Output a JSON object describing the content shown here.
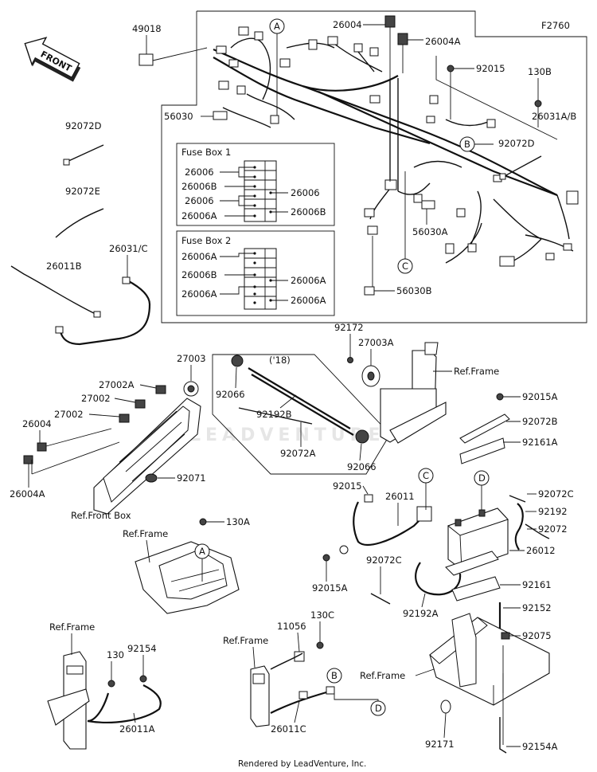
{
  "figure_code": "F2760",
  "front_label": "FRONT",
  "footer": "Rendered by LeadVenture, Inc.",
  "watermark": "LEADVENTURE",
  "year_note": "('18)",
  "fuse_box_1": {
    "title": "Fuse Box 1",
    "left_labels": [
      "26006",
      "26006B",
      "26006",
      "26006A"
    ],
    "right_labels": [
      "26006",
      "26006B"
    ]
  },
  "fuse_box_2": {
    "title": "Fuse Box 2",
    "left_labels": [
      "26006A",
      "26006B",
      "26006A"
    ],
    "right_labels": [
      "26006A",
      "26006A"
    ]
  },
  "callouts": [
    "A",
    "B",
    "C",
    "D"
  ],
  "parts": {
    "p49018": "49018",
    "p26004_top": "26004",
    "p26004A_top": "26004A",
    "p92015_top": "92015",
    "p130B": "130B",
    "p26031AB": "26031A/B",
    "p56030": "56030",
    "p92072D_left": "92072D",
    "p92072D_right": "92072D",
    "p92072E": "92072E",
    "p26011B": "26011B",
    "p26031C": "26031/C",
    "p56030A": "56030A",
    "p56030B": "56030B",
    "p92172": "92172",
    "p27003A": "27003A",
    "ref_frame_1": "Ref.Frame",
    "p27003": "27003",
    "p27002A": "27002A",
    "p27002_a": "27002",
    "p27002_b": "27002",
    "p26004_left": "26004",
    "p26004A_left": "26004A",
    "p92071": "92071",
    "ref_front_box": "Ref.Front Box",
    "p92066_a": "92066",
    "p92192B": "92192B",
    "p92072A": "92072A",
    "p92066_b": "92066",
    "p92015A_top": "92015A",
    "p92072B": "92072B",
    "p92161A": "92161A",
    "p92015_mid": "92015",
    "p26011": "26011",
    "p92072C_right": "92072C",
    "p92192": "92192",
    "p92072": "92072",
    "p26012": "26012",
    "p130A": "130A",
    "ref_frame_2": "Ref.Frame",
    "p92015A_mid": "92015A",
    "p92072C_mid": "92072C",
    "p92192A": "92192A",
    "p92161": "92161",
    "p92152": "92152",
    "ref_frame_3": "Ref.Frame",
    "p130": "130",
    "p92154": "92154",
    "p26011A": "26011A",
    "ref_frame_4": "Ref.Frame",
    "p11056": "11056",
    "p130C": "130C",
    "p26011C": "26011C",
    "ref_frame_5": "Ref.Frame",
    "p92075": "92075",
    "p92171": "92171",
    "p92154A": "92154A"
  }
}
